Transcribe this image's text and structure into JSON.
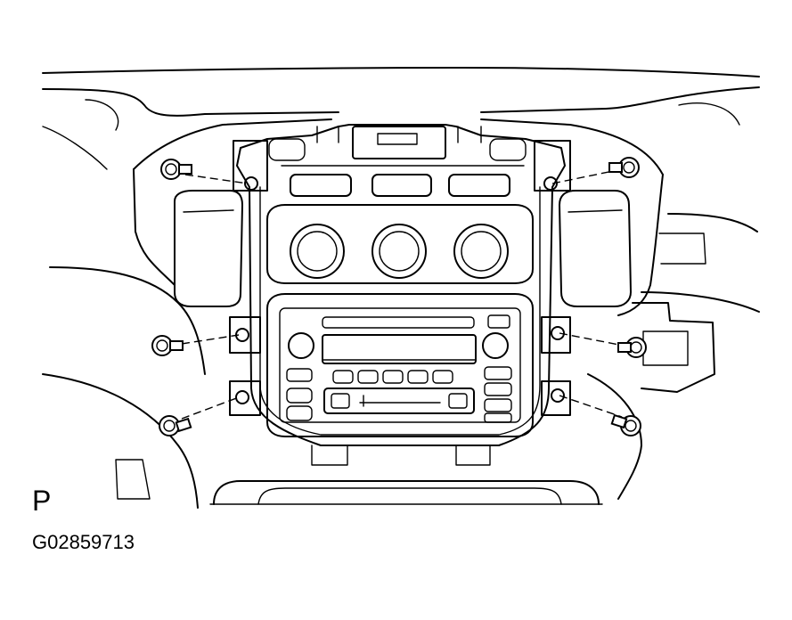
{
  "labels": {
    "view_letter": "P",
    "figure_code": "G02859713"
  },
  "diagram": {
    "subject": "center-cluster-panel-removal",
    "fasteners": [
      {
        "name": "bolt-upper-left"
      },
      {
        "name": "bolt-upper-right"
      },
      {
        "name": "bolt-middle-left"
      },
      {
        "name": "bolt-middle-right"
      },
      {
        "name": "bolt-lower-left"
      },
      {
        "name": "bolt-lower-right"
      }
    ],
    "knob_count": 3,
    "preset_button_count": 5,
    "line_color": "#000000",
    "background": "#ffffff"
  }
}
